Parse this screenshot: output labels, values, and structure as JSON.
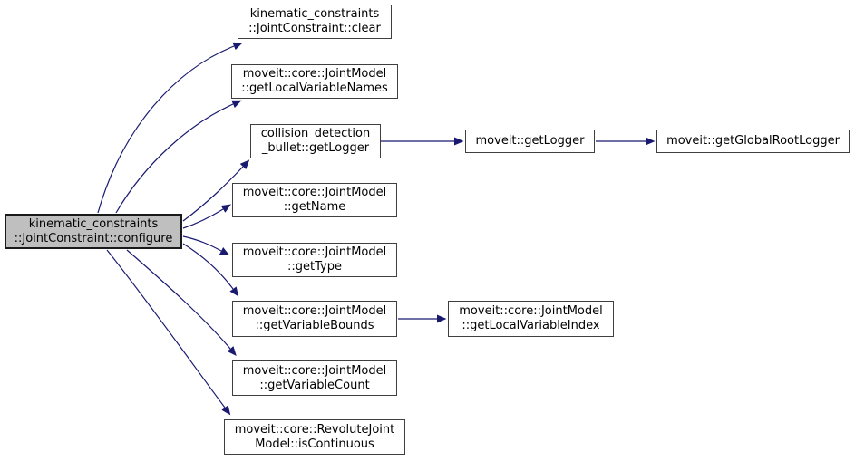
{
  "graph": {
    "kind": "call-graph",
    "colors": {
      "edge": "#191970",
      "node_border": "#3f3f3f",
      "node_fill": "#ffffff",
      "selected_node_fill": "#bfbfbf",
      "background": "#ffffff",
      "text": "#000000"
    },
    "nodes": [
      {
        "id": "configure",
        "line1": "kinematic_constraints",
        "line2": "::JointConstraint::configure",
        "selected": true
      },
      {
        "id": "clear",
        "line1": "kinematic_constraints",
        "line2": "::JointConstraint::clear",
        "selected": false
      },
      {
        "id": "getLocalVariableNames",
        "line1": "moveit::core::JointModel",
        "line2": "::getLocalVariableNames",
        "selected": false
      },
      {
        "id": "bullet-getLogger",
        "line1": "collision_detection",
        "line2": "_bullet::getLogger",
        "selected": false
      },
      {
        "id": "moveit-getLogger",
        "line1": "moveit::getLogger",
        "line2": "",
        "selected": false
      },
      {
        "id": "getGlobalRootLogger",
        "line1": "moveit::getGlobalRootLogger",
        "line2": "",
        "selected": false
      },
      {
        "id": "getName",
        "line1": "moveit::core::JointModel",
        "line2": "::getName",
        "selected": false
      },
      {
        "id": "getType",
        "line1": "moveit::core::JointModel",
        "line2": "::getType",
        "selected": false
      },
      {
        "id": "getVariableBounds",
        "line1": "moveit::core::JointModel",
        "line2": "::getVariableBounds",
        "selected": false
      },
      {
        "id": "getLocalVariableIndex",
        "line1": "moveit::core::JointModel",
        "line2": "::getLocalVariableIndex",
        "selected": false
      },
      {
        "id": "getVariableCount",
        "line1": "moveit::core::JointModel",
        "line2": "::getVariableCount",
        "selected": false
      },
      {
        "id": "isContinuous",
        "line1": "moveit::core::RevoluteJoint",
        "line2": "Model::isContinuous",
        "selected": false
      }
    ],
    "edges": [
      {
        "from": "configure",
        "to": "clear"
      },
      {
        "from": "configure",
        "to": "getLocalVariableNames"
      },
      {
        "from": "configure",
        "to": "bullet-getLogger"
      },
      {
        "from": "configure",
        "to": "getName"
      },
      {
        "from": "configure",
        "to": "getType"
      },
      {
        "from": "configure",
        "to": "getVariableBounds"
      },
      {
        "from": "configure",
        "to": "getVariableCount"
      },
      {
        "from": "configure",
        "to": "isContinuous"
      },
      {
        "from": "bullet-getLogger",
        "to": "moveit-getLogger"
      },
      {
        "from": "moveit-getLogger",
        "to": "getGlobalRootLogger"
      },
      {
        "from": "getVariableBounds",
        "to": "getLocalVariableIndex"
      }
    ]
  }
}
